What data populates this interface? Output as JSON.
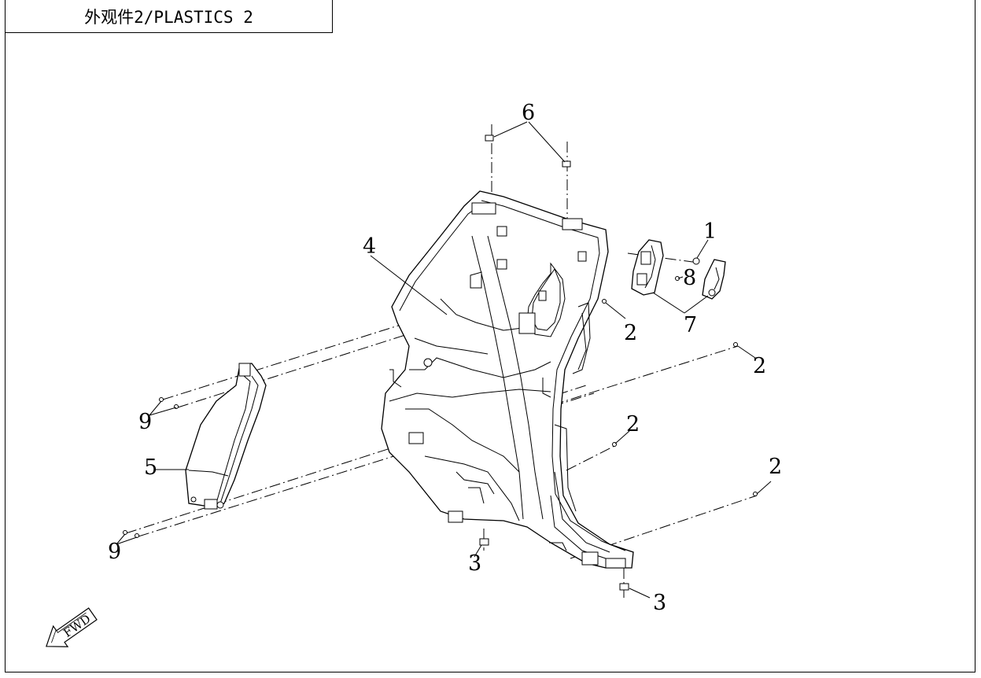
{
  "title": "外观件2/PLASTICS 2",
  "fwd_label": "FWD",
  "callouts": {
    "c1": "1",
    "c2a": "2",
    "c2b": "2",
    "c2c": "2",
    "c2d": "2",
    "c3a": "3",
    "c3b": "3",
    "c4": "4",
    "c5": "5",
    "c6": "6",
    "c7": "7",
    "c8": "8",
    "c9a": "9",
    "c9b": "9"
  }
}
